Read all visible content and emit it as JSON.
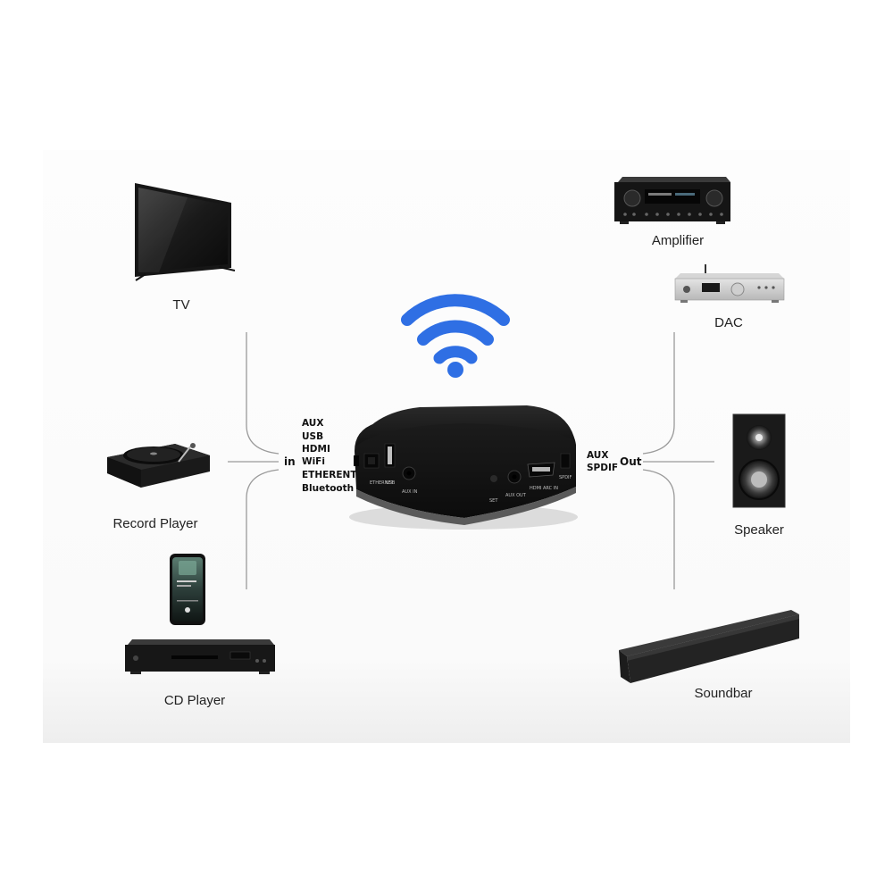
{
  "devices": {
    "tv": {
      "label": "TV",
      "icon": "tv-icon"
    },
    "record_player": {
      "label": "Record Player",
      "icon": "turntable-icon"
    },
    "phone": {
      "label": "",
      "icon": "smartphone-icon"
    },
    "cd_player": {
      "label": "CD Player",
      "icon": "cd-player-icon"
    },
    "amplifier": {
      "label": "Amplifier",
      "icon": "amplifier-icon"
    },
    "dac": {
      "label": "DAC",
      "icon": "dac-icon"
    },
    "speaker": {
      "label": "Speaker",
      "icon": "speaker-icon"
    },
    "soundbar": {
      "label": "Soundbar",
      "icon": "soundbar-icon"
    }
  },
  "hub": {
    "icon": "streamer-box-icon",
    "wifi_icon": "wifi-icon",
    "wifi_color": "#2f6fe4",
    "ports": [
      "ETHERNET",
      "USB",
      "AUX IN",
      "SET",
      "AUX OUT",
      "HDMI ARC IN",
      "SPDIF"
    ]
  },
  "inputs": {
    "label": "in",
    "sources": [
      "AUX",
      "USB",
      "HDMI",
      "WiFi",
      "ETHERENT",
      "Bluetooth"
    ]
  },
  "outputs": {
    "label": "Out",
    "sources": [
      "AUX",
      "SPDIF"
    ]
  },
  "colors": {
    "line": "#9a9a9a",
    "text": "#222222"
  }
}
